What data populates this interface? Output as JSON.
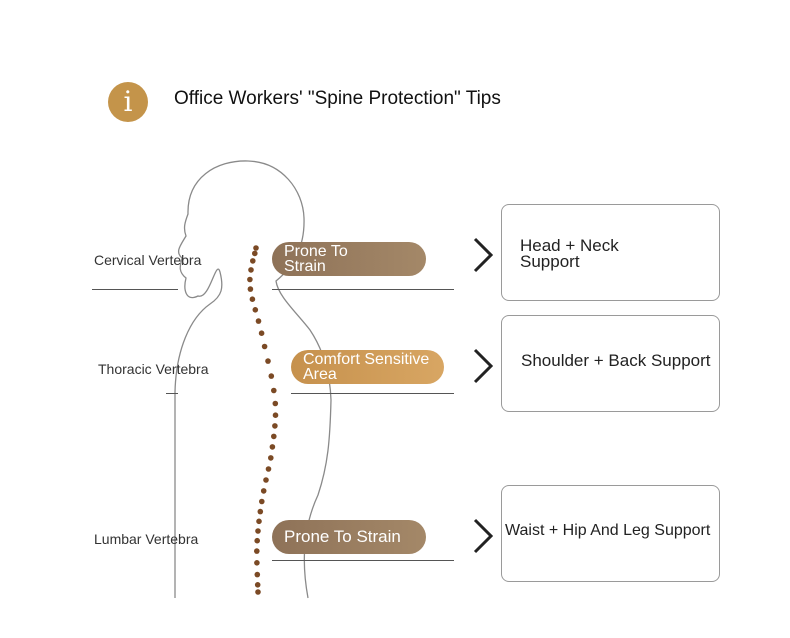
{
  "header": {
    "icon": "info-icon",
    "icon_glyph": "i",
    "title": "Office Workers' \"Spine Protection\" Tips"
  },
  "regions": [
    {
      "label": "Cervical Vertebra",
      "badge": "Prone To Strain",
      "badge_color": "#9a7d60",
      "support": "Head + Neck Support"
    },
    {
      "label": "Thoracic Vertebra",
      "badge": "Comfort Sensitive Area",
      "badge_color": "#d19e5b",
      "support": "Shoulder + Back Support"
    },
    {
      "label": "Lumbar Vertebra",
      "badge": "Prone To Strain",
      "badge_color": "#9a7d60",
      "support": "Waist + Hip And Leg Support"
    }
  ],
  "colors": {
    "accent": "#c4944a",
    "spine_dots": "#7b4a25",
    "outline": "#8a8a8a"
  }
}
